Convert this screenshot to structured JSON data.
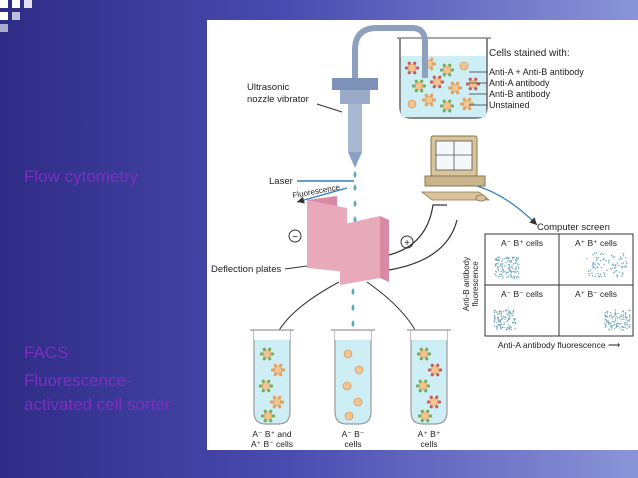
{
  "slide": {
    "title": "Flow cytometry",
    "lines": [
      "FACS",
      "Fluorescence-",
      "activated cell sorter"
    ]
  },
  "figure": {
    "cells_stained_title": "Cells stained with:",
    "legend": [
      {
        "label": "Anti-A + Anti-B antibody",
        "color": "#c9585e"
      },
      {
        "label": "Anti-A antibody",
        "color": "#e8a05a"
      },
      {
        "label": "Anti-B antibody",
        "color": "#6fae5b"
      },
      {
        "label": "Unstained",
        "color": "#f3c48f"
      }
    ],
    "vibrator_label_1": "Ultrasonic",
    "vibrator_label_2": "nozzle vibrator",
    "laser_label": "Laser",
    "fluorescence_label": "Fluorescence",
    "minus_sign": "−",
    "plus_sign": "+",
    "deflection_label": "Deflection plates",
    "computer_screen_label": "Computer screen",
    "quadrants": [
      "A⁻ B⁺ cells",
      "A⁺ B⁺ cells",
      "A⁻ B⁻ cells",
      "A⁺ B⁻ cells"
    ],
    "y_axis_label_1": "Anti-B antibody",
    "y_axis_label_2": "fluorescence",
    "x_axis_label": "Anti-A antibody fluorescence ⟶",
    "tube_left_1": "A⁻ B⁺ and",
    "tube_left_2": "A⁺ B⁻ cells",
    "tube_mid_1": "A⁻ B⁻",
    "tube_mid_2": "cells",
    "tube_right_1": "A⁺ B⁺",
    "tube_right_2": "cells"
  },
  "colors": {
    "background_left": "#2f2c86",
    "background_right": "#8a95d8",
    "side_text": "#7b2fbf",
    "plate": "#e8a9bb",
    "liquid": "#cdeef4",
    "droplet": "#5aa6c8",
    "device": "#7e92b8"
  }
}
